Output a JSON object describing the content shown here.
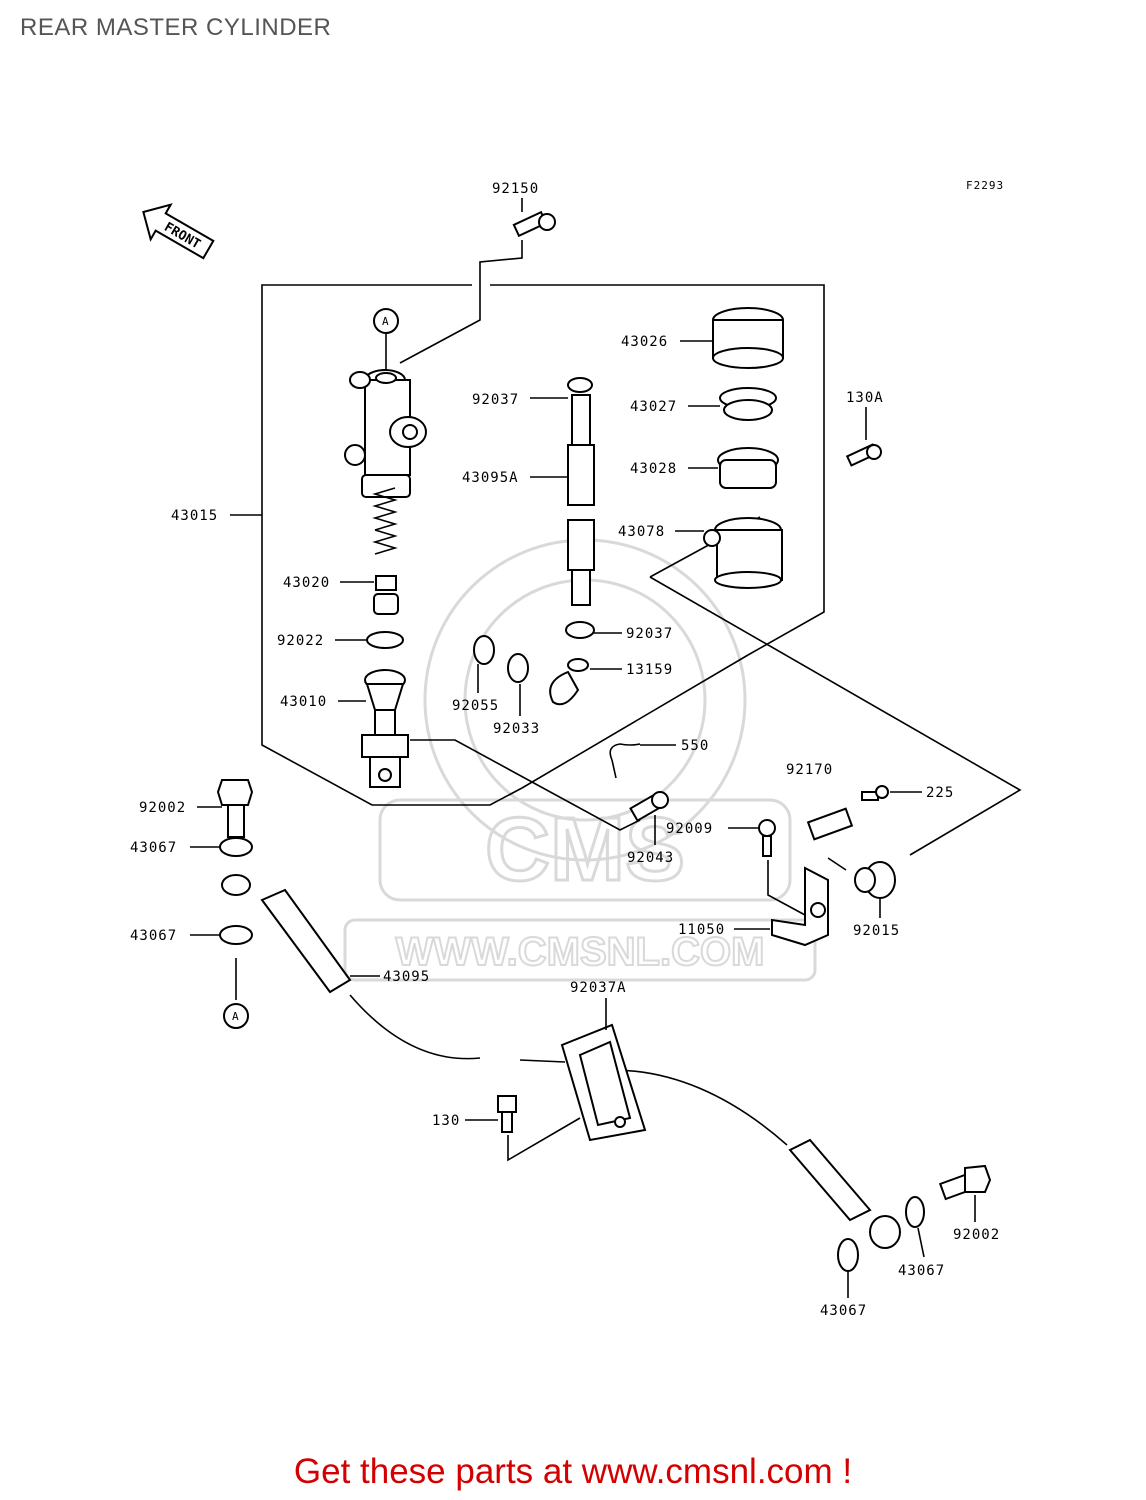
{
  "title": "REAR MASTER CYLINDER",
  "figure_code": "F2293",
  "front_label": "FRONT",
  "callout_letter": "A",
  "watermark": {
    "text": "CMS",
    "url": "WWW.CMSNL.COM"
  },
  "footer": "Get these parts at www.cmsnl.com !",
  "parts": [
    {
      "id": "p92150",
      "label": "92150"
    },
    {
      "id": "p43026",
      "label": "43026"
    },
    {
      "id": "p92037a",
      "label": "92037"
    },
    {
      "id": "p43027",
      "label": "43027"
    },
    {
      "id": "p130A",
      "label": "130A"
    },
    {
      "id": "p43095A",
      "label": "43095A"
    },
    {
      "id": "p43028",
      "label": "43028"
    },
    {
      "id": "p43015",
      "label": "43015"
    },
    {
      "id": "p43078",
      "label": "43078"
    },
    {
      "id": "p43020",
      "label": "43020"
    },
    {
      "id": "p92022",
      "label": "92022"
    },
    {
      "id": "p92037b",
      "label": "92037"
    },
    {
      "id": "p13159",
      "label": "13159"
    },
    {
      "id": "p43010",
      "label": "43010"
    },
    {
      "id": "p92055",
      "label": "92055"
    },
    {
      "id": "p92033",
      "label": "92033"
    },
    {
      "id": "p550",
      "label": "550"
    },
    {
      "id": "p92170",
      "label": "92170"
    },
    {
      "id": "p92002a",
      "label": "92002"
    },
    {
      "id": "p225",
      "label": "225"
    },
    {
      "id": "p43067a",
      "label": "43067"
    },
    {
      "id": "p92009",
      "label": "92009"
    },
    {
      "id": "p92043",
      "label": "92043"
    },
    {
      "id": "p11050",
      "label": "11050"
    },
    {
      "id": "p92015",
      "label": "92015"
    },
    {
      "id": "p43067b",
      "label": "43067"
    },
    {
      "id": "p43095",
      "label": "43095"
    },
    {
      "id": "p92037A",
      "label": "92037A"
    },
    {
      "id": "p130",
      "label": "130"
    },
    {
      "id": "p92002b",
      "label": "92002"
    },
    {
      "id": "p43067c",
      "label": "43067"
    },
    {
      "id": "p43067d",
      "label": "43067"
    }
  ]
}
